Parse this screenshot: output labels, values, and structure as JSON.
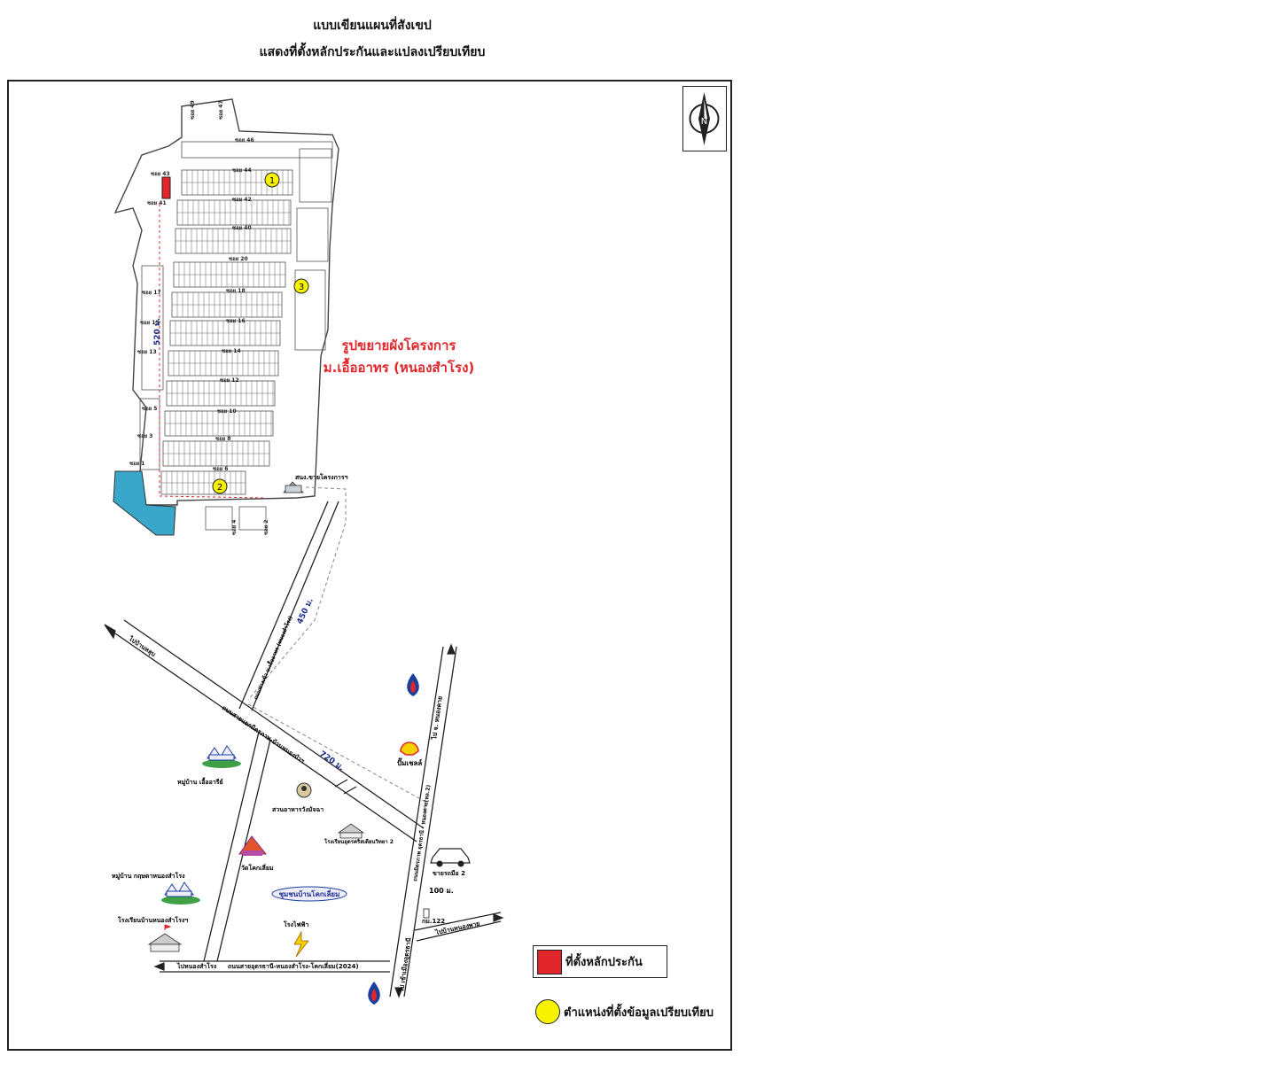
{
  "header": {
    "title_line1": "แบบเขียนแผนที่สังเขป",
    "title_line2": "แสดงที่ตั้งหลักประกันและแปลงเปรียบเทียบ"
  },
  "project_label": {
    "line1": "รูปขยายผังโครงการ",
    "line2": "ม.เอื้ออาทร (หนองสำโรง)"
  },
  "sois": {
    "left": [
      "ซอย 43",
      "ซอย 41",
      "ซอย 17",
      "ซอย 15",
      "ซอย 13",
      "ซอย 5",
      "ซอย 3",
      "ซอย 1"
    ],
    "middle": [
      "ซอย 46",
      "ซอย 44",
      "ซอย 42",
      "ซอย 40",
      "ซอย 20",
      "ซอย 18",
      "ซอย 16",
      "ซอย 14",
      "ซอย 12",
      "ซอย 10",
      "ซอย 8",
      "ซอย 6"
    ],
    "top": [
      "ซอย 49",
      "ซอย 47"
    ],
    "bottom": [
      "ซอย 4",
      "ซอย 2"
    ]
  },
  "markers": [
    "1",
    "2",
    "3"
  ],
  "distances": {
    "d520": "520 ม.",
    "d450": "450 ม.",
    "d720": "720 ม.",
    "d100": "100 ม."
  },
  "roads": {
    "to_ban_sup": "ไปบ้านหลุบ",
    "main_diagonal": "ถนนสายแยกมิตรภาพ-บ้านหนองบัวฯ",
    "project_road": "ถนนทางเข้า ม.เอื้ออาทร (หนองสำโรง)",
    "to_nongkhai": "ไป จ. หนองคาย",
    "mittraphap": "ถนนมิตรภาพ อุดรธานี - หนองคาย(ทล.2)",
    "to_udon": "ไป เข้าเมืองอุดรธานี",
    "bottom_road": "ถนนสายอุดรธานี-หนองสำโรง-โคกเลี่ยม(2024)",
    "to_nongsamrong": "ไปหนองสำโรง",
    "to_ban_nonghai": "ไปบ้านหนองพาย",
    "km": "กม.122"
  },
  "landmarks": {
    "sales_office": "สนง.ขายโครงการฯ",
    "shell": "ปั๊มเชลล์",
    "village_1": "หมู่บ้าน เอื้ออารีย์",
    "restaurant": "สวนอาหารวังมัจฉา",
    "school_1": "โรงเรียนอุดรคริสเตียนวิทยา 2",
    "temple": "วัดโคกเลี่ยม",
    "car_dealer": "ขายรถมือ 2",
    "village_2": "หมู่บ้าน กฤษดาหนองสำโรง",
    "community": "ชุมชนบ้านโคกเลี่ยม",
    "school_2": "โรงเรียนบ้านหนองสำโรงฯ",
    "power": "โรงไฟฟ้า"
  },
  "compass": {
    "letter": "N"
  },
  "legend": {
    "collateral": "ที่ตั้งหลักประกัน",
    "comparison": "ตำแหน่งที่ตั้งข้อมูลเปรียบเทียบ"
  },
  "colors": {
    "collateral": "#e0262b",
    "comparison": "#f7f200",
    "pond": "#3aa6c9",
    "project_text": "#e0262b",
    "distance_text": "#1d2d8c"
  }
}
